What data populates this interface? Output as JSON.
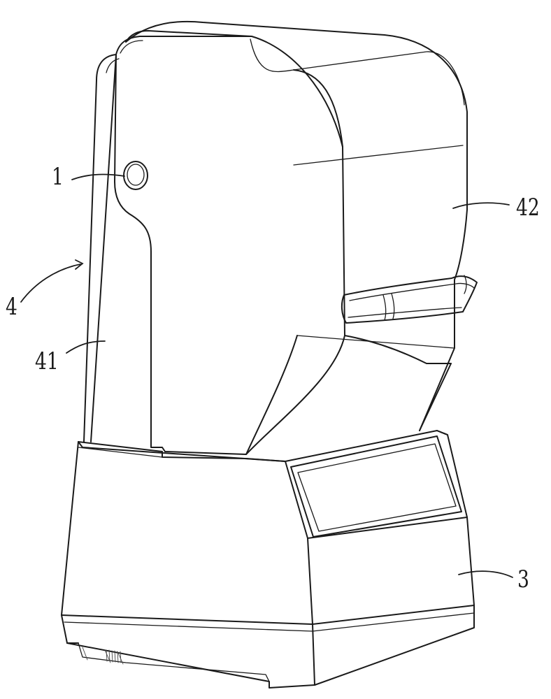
{
  "labels": {
    "button": "1",
    "base": "3",
    "housing": "4",
    "front_panel": "41",
    "hood": "42"
  }
}
